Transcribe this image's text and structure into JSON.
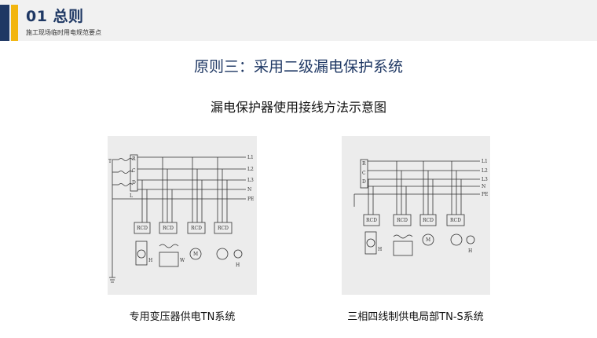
{
  "header": {
    "section_title": "01 总则",
    "section_subtitle": "施工现场临时用电规范要点"
  },
  "principle_title": "原则三：采用二级漏电保护系统",
  "diagram_heading": "漏电保护器使用接线方法示意图",
  "diagrams": {
    "left": {
      "caption": "专用变压器供电TN系统",
      "line_labels": [
        "L1",
        "L2",
        "L3",
        "N",
        "PE"
      ],
      "transformer_labels": [
        "T",
        "L"
      ],
      "breaker_labels": [
        "R",
        "C",
        "D"
      ],
      "rcd_label": "RCD",
      "device_labels": [
        "H",
        "W",
        "M",
        "H"
      ]
    },
    "right": {
      "caption": "三相四线制供电局部TN-S系统",
      "line_labels": [
        "L1",
        "L2",
        "L3",
        "N",
        "PE"
      ],
      "breaker_labels": [
        "R",
        "C",
        "D"
      ],
      "rcd_label": "RCD",
      "device_labels": [
        "H",
        "M",
        "H"
      ]
    }
  },
  "colors": {
    "navy": "#1f3864",
    "gold": "#f2b50e"
  }
}
